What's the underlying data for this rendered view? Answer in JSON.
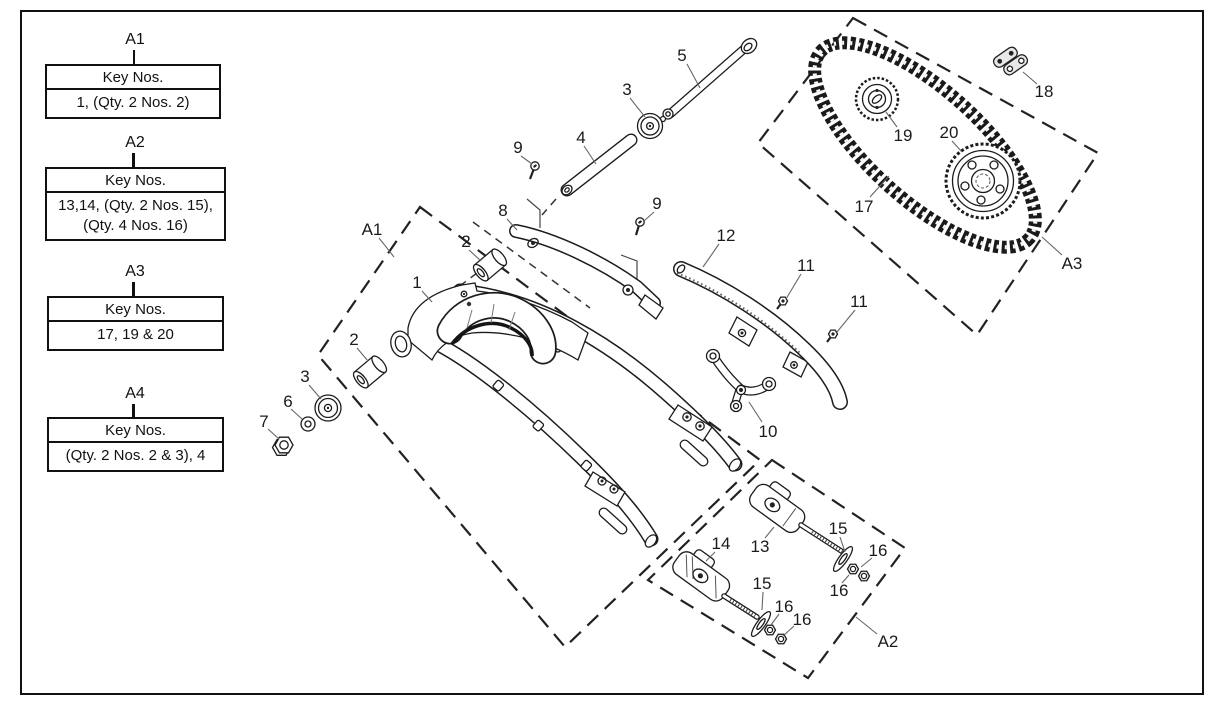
{
  "figure_type": "exploded-parts-diagram",
  "colors": {
    "line": "#1c1c1c",
    "label": "#1b1b1b",
    "background": "#ffffff",
    "border": "#111111"
  },
  "key_tables": [
    {
      "label": "A1",
      "header": "Key Nos.",
      "value_lines": [
        "1, (Qty. 2 Nos. 2)"
      ]
    },
    {
      "label": "A2",
      "header": "Key Nos.",
      "value_lines": [
        "13,14, (Qty. 2 Nos. 15),",
        "(Qty. 4 Nos. 16)"
      ]
    },
    {
      "label": "A3",
      "header": "Key Nos.",
      "value_lines": [
        "17, 19 & 20"
      ]
    },
    {
      "label": "A4",
      "header": "Key Nos.",
      "value_lines": [
        "(Qty. 2 Nos. 2 & 3), 4"
      ]
    }
  ],
  "callouts": [
    {
      "t": "5"
    },
    {
      "t": "3"
    },
    {
      "t": "4"
    },
    {
      "t": "9"
    },
    {
      "t": "8"
    },
    {
      "t": "9"
    },
    {
      "t": "12"
    },
    {
      "t": "2"
    },
    {
      "t": "A1"
    },
    {
      "t": "1"
    },
    {
      "t": "11"
    },
    {
      "t": "11"
    },
    {
      "t": "2"
    },
    {
      "t": "3"
    },
    {
      "t": "6"
    },
    {
      "t": "7"
    },
    {
      "t": "10"
    },
    {
      "t": "17"
    },
    {
      "t": "19"
    },
    {
      "t": "20"
    },
    {
      "t": "18"
    },
    {
      "t": "A3"
    },
    {
      "t": "13"
    },
    {
      "t": "14"
    },
    {
      "t": "15"
    },
    {
      "t": "16"
    },
    {
      "t": "16"
    },
    {
      "t": "15"
    },
    {
      "t": "16"
    },
    {
      "t": "16"
    },
    {
      "t": "A2"
    }
  ]
}
